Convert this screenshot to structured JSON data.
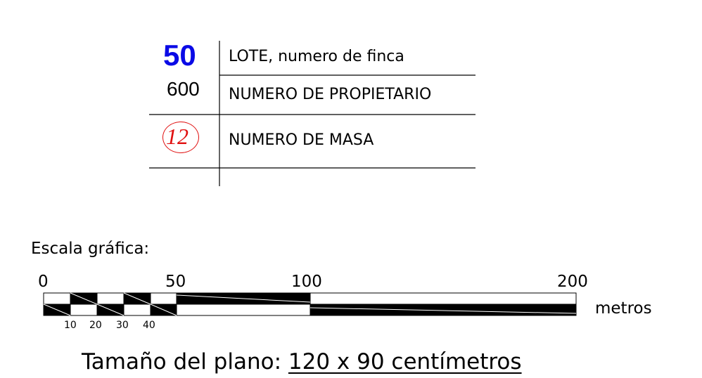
{
  "legend": {
    "lot_number": "50",
    "owner_number": "600",
    "mass_number": "12",
    "rows": [
      "LOTE, numero de finca",
      "NUMERO DE PROPIETARIO",
      "NUMERO DE MASA"
    ],
    "colors": {
      "lot": "#0a0ae6",
      "mass": "#e01010"
    }
  },
  "scale": {
    "title": "Escala gráfica:",
    "major_ticks": [
      "0",
      "50",
      "100",
      "200"
    ],
    "minor_ticks": [
      "10",
      "20",
      "30",
      "40"
    ],
    "units": "metros"
  },
  "plan": {
    "label": "Tamaño del plano:",
    "dimensions": "120 x 90 centímetros"
  }
}
